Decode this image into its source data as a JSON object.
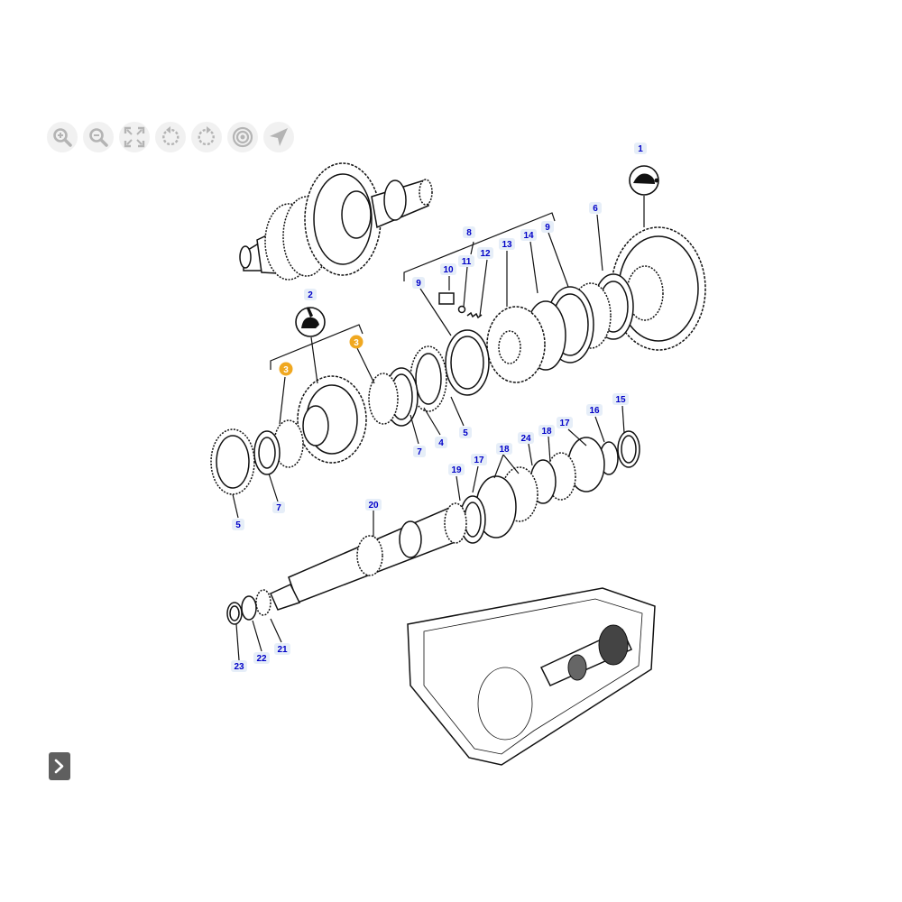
{
  "toolbar": {
    "buttons": [
      {
        "name": "zoom-in-button",
        "icon": "zoom-in-icon",
        "tooltip": ""
      },
      {
        "name": "zoom-out-button",
        "icon": "zoom-out-icon",
        "tooltip": ""
      },
      {
        "name": "fit-screen-button",
        "icon": "fit-screen-icon",
        "tooltip": ""
      },
      {
        "name": "rotate-left-button",
        "icon": "rotate-left-icon",
        "tooltip": ""
      },
      {
        "name": "rotate-right-button",
        "icon": "rotate-right-icon",
        "tooltip": ""
      },
      {
        "name": "target-button",
        "icon": "target-icon",
        "tooltip": ""
      },
      {
        "name": "navigate-button",
        "icon": "navigate-arrow-icon",
        "tooltip": ""
      }
    ],
    "icon_color": "#b4b4b4",
    "button_bg": "#f1f1f1"
  },
  "diagram": {
    "symbols": [
      {
        "name": "rabbit-symbol",
        "meaning": "fast-speed-icon"
      },
      {
        "name": "turtle-symbol",
        "meaning": "slow-speed-icon"
      }
    ],
    "callouts": [
      {
        "label": "1",
        "highlighted": false
      },
      {
        "label": "2",
        "highlighted": false
      },
      {
        "label": "3",
        "highlighted": true
      },
      {
        "label": "3",
        "highlighted": true
      },
      {
        "label": "4",
        "highlighted": false
      },
      {
        "label": "5",
        "highlighted": false
      },
      {
        "label": "5",
        "highlighted": false
      },
      {
        "label": "6",
        "highlighted": false
      },
      {
        "label": "7",
        "highlighted": false
      },
      {
        "label": "7",
        "highlighted": false
      },
      {
        "label": "8",
        "highlighted": false
      },
      {
        "label": "9",
        "highlighted": false
      },
      {
        "label": "9",
        "highlighted": false
      },
      {
        "label": "10",
        "highlighted": false
      },
      {
        "label": "11",
        "highlighted": false
      },
      {
        "label": "12",
        "highlighted": false
      },
      {
        "label": "13",
        "highlighted": false
      },
      {
        "label": "14",
        "highlighted": false
      },
      {
        "label": "15",
        "highlighted": false
      },
      {
        "label": "16",
        "highlighted": false
      },
      {
        "label": "17",
        "highlighted": false
      },
      {
        "label": "17",
        "highlighted": false
      },
      {
        "label": "18",
        "highlighted": false
      },
      {
        "label": "18",
        "highlighted": false
      },
      {
        "label": "19",
        "highlighted": false
      },
      {
        "label": "20",
        "highlighted": false
      },
      {
        "label": "21",
        "highlighted": false
      },
      {
        "label": "22",
        "highlighted": false
      },
      {
        "label": "23",
        "highlighted": false
      },
      {
        "label": "24",
        "highlighted": false
      }
    ],
    "label_color": "#0000c8",
    "label_bg": "#e6eef8",
    "highlight_color": "#f0a820"
  },
  "next_button": {
    "icon": "chevron-right-icon",
    "bg": "#5f5f5f"
  }
}
